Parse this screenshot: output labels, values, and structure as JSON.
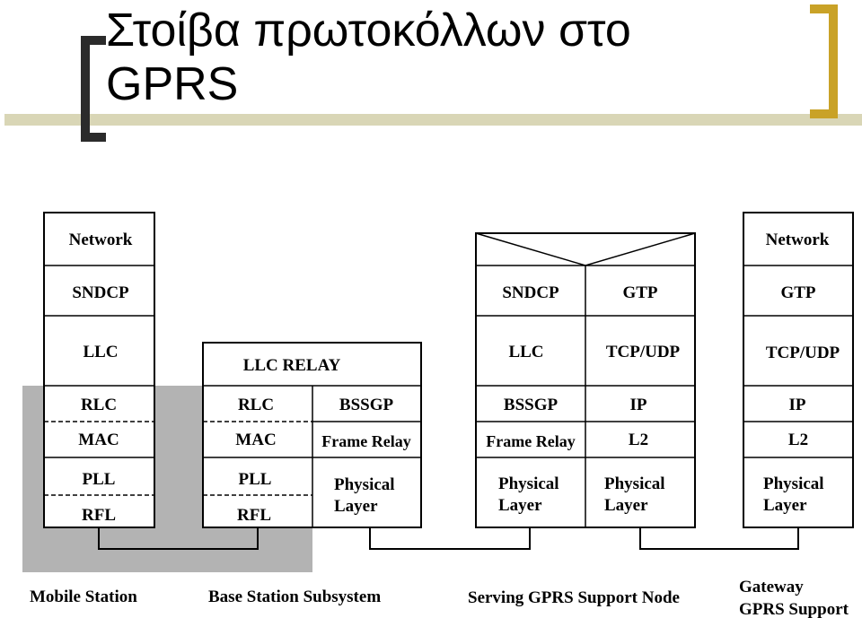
{
  "title": {
    "line1": "Στοίβα πρωτοκόλλων στο",
    "line2": "GPRS"
  },
  "colors": {
    "accent_gold": "#c9a227",
    "bar_light": "#d9d6b6",
    "bracket_dark": "#2b2b2b",
    "shade": "#b3b3b3"
  },
  "diagram": {
    "mobile_station": {
      "network": "Network",
      "sndcp": "SNDCP",
      "llc": "LLC",
      "rlc": "RLC",
      "mac": "MAC",
      "pll": "PLL",
      "rfl": "RFL",
      "label": "Mobile Station"
    },
    "bss": {
      "llc_relay": "LLC RELAY",
      "rlc": "RLC",
      "mac": "MAC",
      "pll": "PLL",
      "rfl": "RFL",
      "bssgp": "BSSGP",
      "frame_relay": "Frame Relay",
      "physical_1": "Physical",
      "physical_2": "Layer",
      "label": "Base Station Subsystem"
    },
    "sgsn": {
      "sndcp": "SNDCP",
      "gtp": "GTP",
      "llc": "LLC",
      "tcpudp": "TCP/UDP",
      "bssgp": "BSSGP",
      "ip": "IP",
      "frame_relay": "Frame Relay",
      "l2": "L2",
      "physical_1": "Physical",
      "physical_2": "Layer",
      "label": "Serving GPRS Support Node"
    },
    "ggsn": {
      "network": "Network",
      "gtp": "GTP",
      "tcpudp": "TCP/UDP",
      "ip": "IP",
      "l2": "L2",
      "physical_1": "Physical",
      "physical_2": "Layer",
      "label_1": "Gateway",
      "label_2": "GPRS Support"
    }
  }
}
